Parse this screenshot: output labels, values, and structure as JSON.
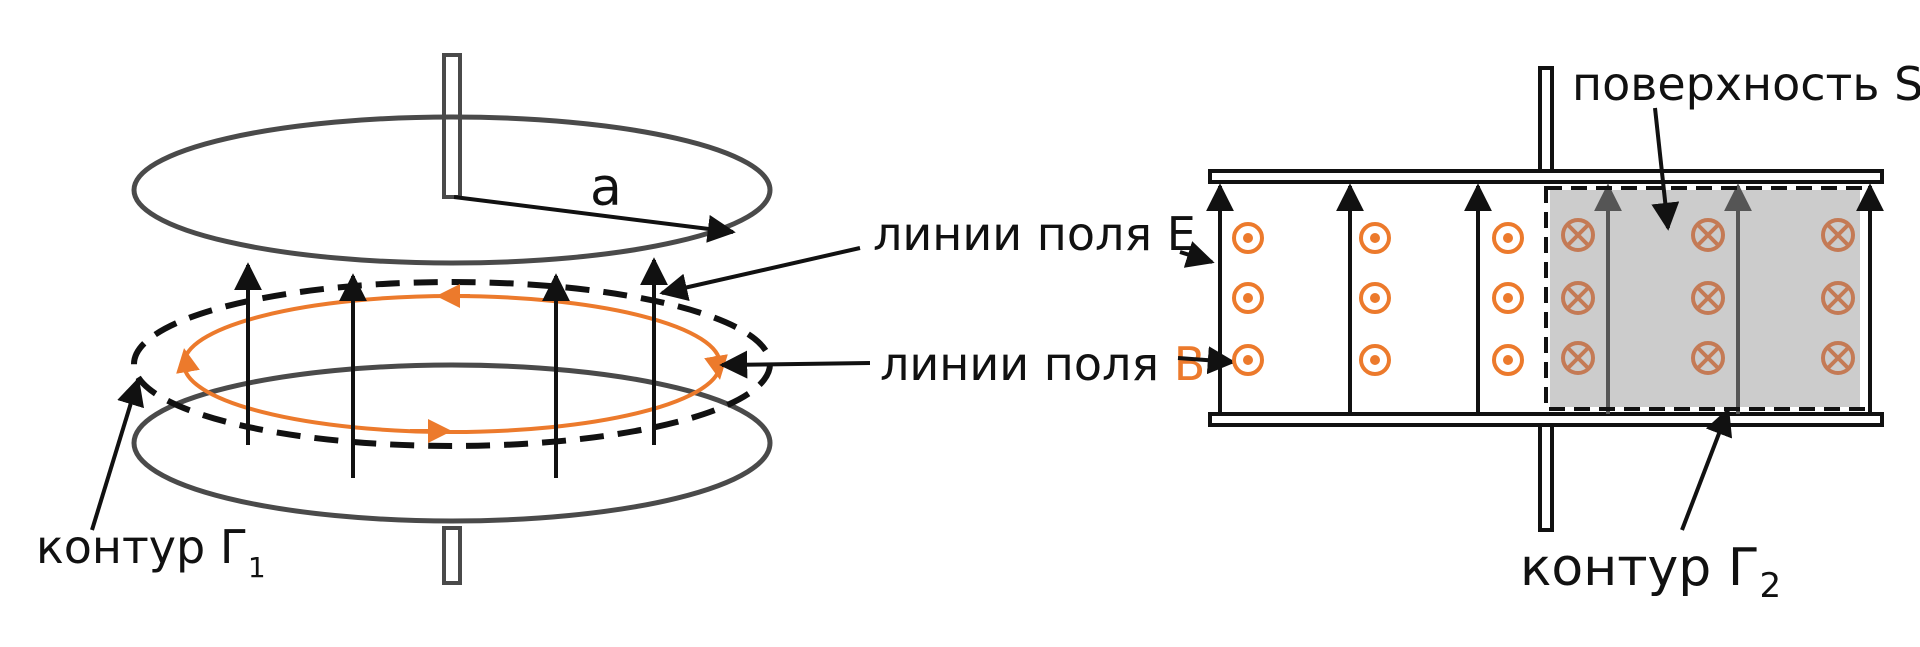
{
  "colors": {
    "plate": "#4a4a4a",
    "field_e": "#111111",
    "field_b": "#ec7a2c",
    "field_b_inside": "#c47a55",
    "surface": "#cccccc",
    "contour": "#111111"
  },
  "labels": {
    "radius": "a",
    "field_e": "линии поля E",
    "field_b_prefix": "линии поля ",
    "field_b_letter": "B",
    "contour_1": "контур Г",
    "contour_1_sub": "1",
    "surface": "поверхность S",
    "contour_2": "контур Г",
    "contour_2_sub": "2"
  },
  "icons": {
    "b_out": "circle-dot-icon",
    "b_in": "circle-cross-icon"
  }
}
